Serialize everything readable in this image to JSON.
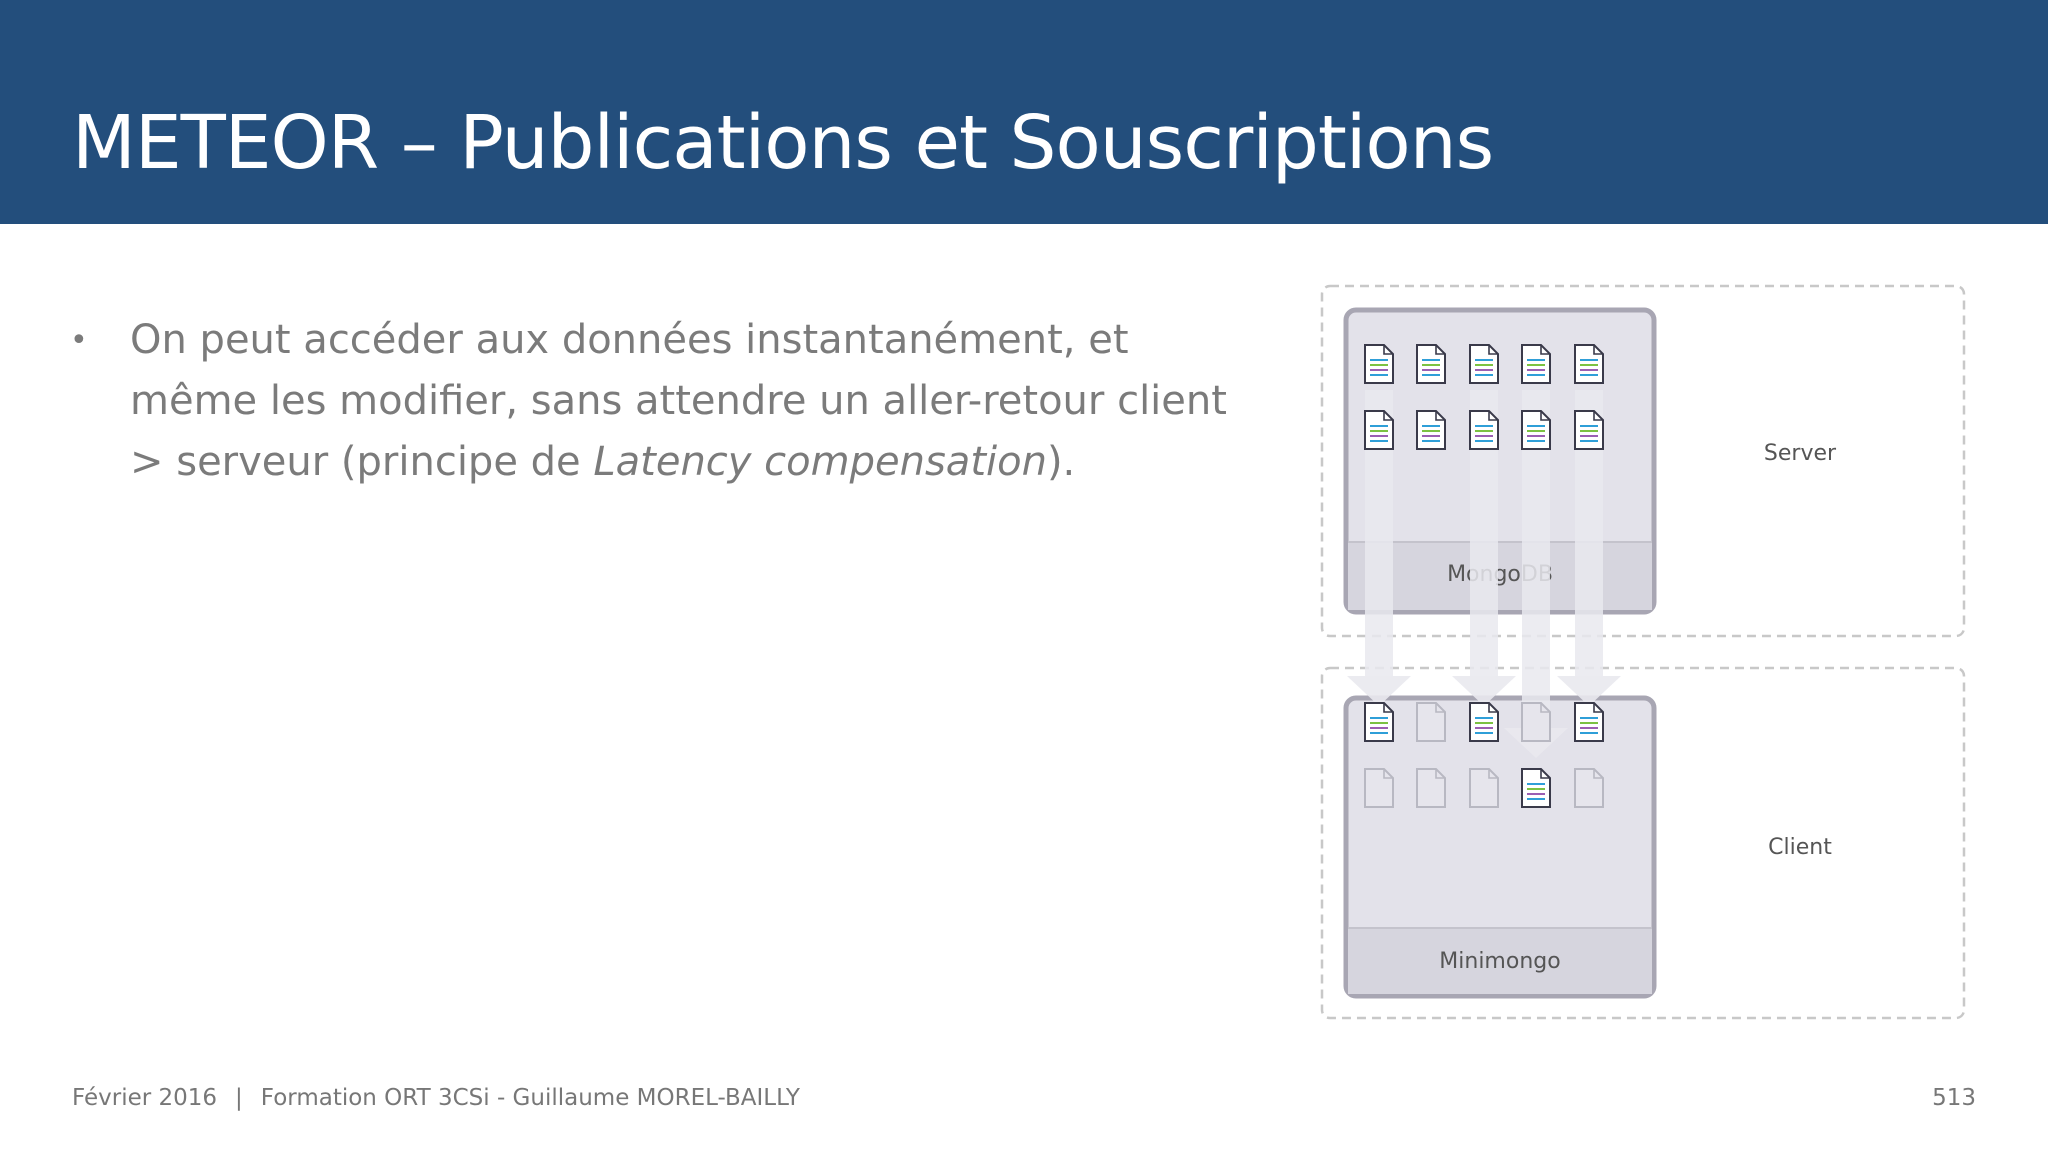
{
  "slide": {
    "title": "METEOR – Publications et Souscriptions",
    "bullet": {
      "text_before": "On peut accéder aux données instantanément, et même les modifier, sans attendre un aller-retour client > serveur (principe de ",
      "emphasis": "Latency compensation",
      "text_after": ")."
    }
  },
  "diagram": {
    "server_label": "Server",
    "client_label": "Client",
    "server_db_label": "MongoDB",
    "client_db_label": "Minimongo",
    "server_docs_rows": 2,
    "server_docs_cols": 5,
    "client_docs_active": [
      [
        true,
        false,
        true,
        false,
        true
      ],
      [
        false,
        false,
        false,
        true,
        false
      ]
    ],
    "doc_line_colors": [
      "#2f9fd8",
      "#7cc242",
      "#9b5fb3"
    ],
    "accent_color": "#234e7c"
  },
  "footer": {
    "date": "Février 2016",
    "separator": "|",
    "course": "Formation ORT 3CSi - Guillaume MOREL-BAILLY",
    "page_number": "513"
  }
}
